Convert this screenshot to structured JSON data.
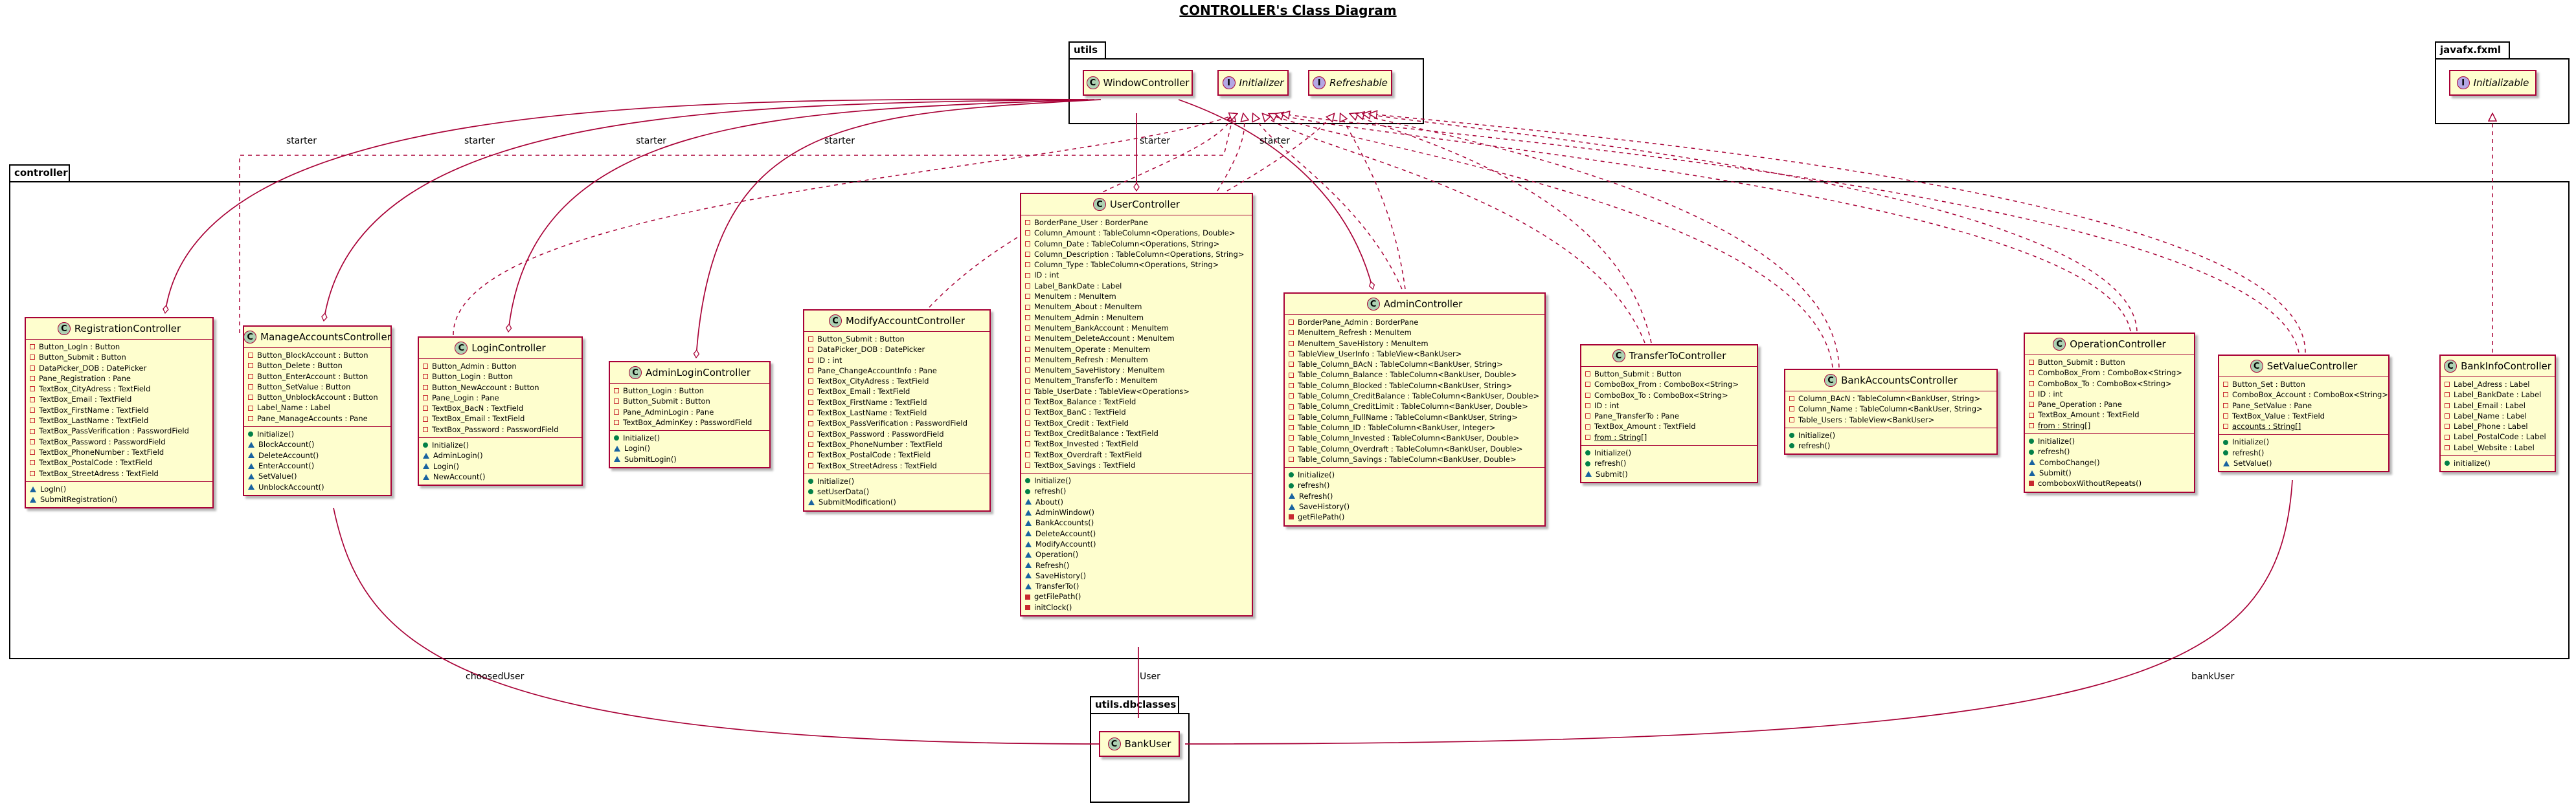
{
  "title": "CONTROLLER's Class Diagram",
  "packages": {
    "utils": "utils",
    "javafx": "javafx.fxml",
    "controller": "controller",
    "dbclasses": "utils.dbclasses"
  },
  "edge_labels": {
    "starter": "starter",
    "user": "User",
    "chosed_user": "choosedUser",
    "bank_user": "bankUser"
  },
  "classes": {
    "window_controller": {
      "name": "WindowController",
      "kind": "C"
    },
    "initializer": {
      "name": "Initializer",
      "kind": "I"
    },
    "refreshable": {
      "name": "Refreshable",
      "kind": "I"
    },
    "initializable": {
      "name": "Initializable",
      "kind": "I"
    },
    "bank_user": {
      "name": "BankUser",
      "kind": "C"
    },
    "registration": {
      "name": "RegistrationController",
      "kind": "C",
      "fields": [
        {
          "v": "private",
          "t": "Button_LogIn : Button"
        },
        {
          "v": "private",
          "t": "Button_Submit : Button"
        },
        {
          "v": "private",
          "t": "DataPicker_DOB : DatePicker"
        },
        {
          "v": "private",
          "t": "Pane_Registration : Pane"
        },
        {
          "v": "private",
          "t": "TextBox_CityAdress : TextField"
        },
        {
          "v": "private",
          "t": "TextBox_Email : TextField"
        },
        {
          "v": "private",
          "t": "TextBox_FirstName : TextField"
        },
        {
          "v": "private",
          "t": "TextBox_LastName : TextField"
        },
        {
          "v": "private",
          "t": "TextBox_PassVerification : PasswordField"
        },
        {
          "v": "private",
          "t": "TextBox_Password : PasswordField"
        },
        {
          "v": "private",
          "t": "TextBox_PhoneNumber : TextField"
        },
        {
          "v": "private",
          "t": "TextBox_PostalCode : TextField"
        },
        {
          "v": "private",
          "t": "TextBox_StreetAdress : TextField"
        }
      ],
      "methods": [
        {
          "v": "pkgv",
          "t": "LogIn()"
        },
        {
          "v": "pkgv",
          "t": "SubmitRegistration()"
        }
      ]
    },
    "manage_accounts": {
      "name": "ManageAccountsController",
      "kind": "C",
      "fields": [
        {
          "v": "private",
          "t": "Button_BlockAccount : Button"
        },
        {
          "v": "private",
          "t": "Button_Delete : Button"
        },
        {
          "v": "private",
          "t": "Button_EnterAccount : Button"
        },
        {
          "v": "private",
          "t": "Button_SetValue : Button"
        },
        {
          "v": "private",
          "t": "Button_UnblockAccount : Button"
        },
        {
          "v": "private",
          "t": "Label_Name : Label"
        },
        {
          "v": "private",
          "t": "Pane_ManageAccounts : Pane"
        }
      ],
      "methods": [
        {
          "v": "public",
          "t": "Initialize()"
        },
        {
          "v": "pkgv",
          "t": "BlockAccount()"
        },
        {
          "v": "pkgv",
          "t": "DeleteAccount()"
        },
        {
          "v": "pkgv",
          "t": "EnterAccount()"
        },
        {
          "v": "pkgv",
          "t": "SetValue()"
        },
        {
          "v": "pkgv",
          "t": "UnblockAccount()"
        }
      ]
    },
    "login": {
      "name": "LoginController",
      "kind": "C",
      "fields": [
        {
          "v": "private",
          "t": "Button_Admin : Button"
        },
        {
          "v": "private",
          "t": "Button_Login : Button"
        },
        {
          "v": "private",
          "t": "Button_NewAccount : Button"
        },
        {
          "v": "private",
          "t": "Pane_Login : Pane"
        },
        {
          "v": "private",
          "t": "TextBox_BacN : TextField"
        },
        {
          "v": "private",
          "t": "TextBox_Email : TextField"
        },
        {
          "v": "private",
          "t": "TextBox_Password : PasswordField"
        }
      ],
      "methods": [
        {
          "v": "public",
          "t": "Initialize()"
        },
        {
          "v": "pkgv",
          "t": "AdminLogin()"
        },
        {
          "v": "pkgv",
          "t": "Login()"
        },
        {
          "v": "pkgv",
          "t": "NewAccount()"
        }
      ]
    },
    "admin_login": {
      "name": "AdminLoginController",
      "kind": "C",
      "fields": [
        {
          "v": "private",
          "t": "Button_Login : Button"
        },
        {
          "v": "private",
          "t": "Button_Submit : Button"
        },
        {
          "v": "private",
          "t": "Pane_AdminLogin : Pane"
        },
        {
          "v": "private",
          "t": "TextBox_AdminKey : PasswordField"
        }
      ],
      "methods": [
        {
          "v": "public",
          "t": "Initialize()"
        },
        {
          "v": "pkgv",
          "t": "Login()"
        },
        {
          "v": "pkgv",
          "t": "SubmitLogin()"
        }
      ]
    },
    "modify_account": {
      "name": "ModifyAccountController",
      "kind": "C",
      "fields": [
        {
          "v": "private",
          "t": "Button_Submit : Button"
        },
        {
          "v": "private",
          "t": "DataPicker_DOB : DatePicker"
        },
        {
          "v": "private",
          "t": "ID : int"
        },
        {
          "v": "private",
          "t": "Pane_ChangeAccountInfo : Pane"
        },
        {
          "v": "private",
          "t": "TextBox_CityAdress : TextField"
        },
        {
          "v": "private",
          "t": "TextBox_Email : TextField"
        },
        {
          "v": "private",
          "t": "TextBox_FirstName : TextField"
        },
        {
          "v": "private",
          "t": "TextBox_LastName : TextField"
        },
        {
          "v": "private",
          "t": "TextBox_PassVerification : PasswordField"
        },
        {
          "v": "private",
          "t": "TextBox_Password : PasswordField"
        },
        {
          "v": "private",
          "t": "TextBox_PhoneNumber : TextField"
        },
        {
          "v": "private",
          "t": "TextBox_PostalCode : TextField"
        },
        {
          "v": "private",
          "t": "TextBox_StreetAdress : TextField"
        }
      ],
      "methods": [
        {
          "v": "public",
          "t": "Initialize()"
        },
        {
          "v": "public",
          "t": "setUserData()"
        },
        {
          "v": "pkgv",
          "t": "SubmitModification()"
        }
      ]
    },
    "user": {
      "name": "UserController",
      "kind": "C",
      "fields": [
        {
          "v": "private",
          "t": "BorderPane_User : BorderPane"
        },
        {
          "v": "private",
          "t": "Column_Amount : TableColumn<Operations, Double>"
        },
        {
          "v": "private",
          "t": "Column_Date : TableColumn<Operations, String>"
        },
        {
          "v": "private",
          "t": "Column_Description : TableColumn<Operations, String>"
        },
        {
          "v": "private",
          "t": "Column_Type : TableColumn<Operations, String>"
        },
        {
          "v": "private",
          "t": "ID : int"
        },
        {
          "v": "private",
          "t": "Label_BankDate : Label"
        },
        {
          "v": "private",
          "t": "MenuItem : MenuItem"
        },
        {
          "v": "private",
          "t": "MenuItem_About : MenuItem"
        },
        {
          "v": "private",
          "t": "MenuItem_Admin : MenuItem"
        },
        {
          "v": "private",
          "t": "MenuItem_BankAccount : MenuItem"
        },
        {
          "v": "private",
          "t": "MenuItem_DeleteAccount : MenuItem"
        },
        {
          "v": "private",
          "t": "MenuItem_Operate : MenuItem"
        },
        {
          "v": "private",
          "t": "MenuItem_Refresh : MenuItem"
        },
        {
          "v": "private",
          "t": "MenuItem_SaveHistory : MenuItem"
        },
        {
          "v": "private",
          "t": "MenuItem_TransferTo : MenuItem"
        },
        {
          "v": "private",
          "t": "Table_UserDate : TableView<Operations>"
        },
        {
          "v": "private",
          "t": "TextBox_Balance : TextField"
        },
        {
          "v": "private",
          "t": "TextBox_BanC : TextField"
        },
        {
          "v": "private",
          "t": "TextBox_Credit : TextField"
        },
        {
          "v": "private",
          "t": "TextBox_CreditBalance : TextField"
        },
        {
          "v": "private",
          "t": "TextBox_Invested : TextField"
        },
        {
          "v": "private",
          "t": "TextBox_Overdraft : TextField"
        },
        {
          "v": "private",
          "t": "TextBox_Savings : TextField"
        }
      ],
      "methods": [
        {
          "v": "public",
          "t": "Initialize()"
        },
        {
          "v": "public",
          "t": "refresh()"
        },
        {
          "v": "pkgv",
          "t": "About()"
        },
        {
          "v": "pkgv",
          "t": "AdminWindow()"
        },
        {
          "v": "pkgv",
          "t": "BankAccounts()"
        },
        {
          "v": "pkgv",
          "t": "DeleteAccount()"
        },
        {
          "v": "pkgv",
          "t": "ModifyAccount()"
        },
        {
          "v": "pkgv",
          "t": "Operation()"
        },
        {
          "v": "pkgv",
          "t": "Refresh()"
        },
        {
          "v": "pkgv",
          "t": "SaveHistory()"
        },
        {
          "v": "pkgv",
          "t": "TransferTo()"
        },
        {
          "v": "private-m",
          "t": "getFilePath()"
        },
        {
          "v": "private-m",
          "t": "initClock()"
        }
      ]
    },
    "admin": {
      "name": "AdminController",
      "kind": "C",
      "fields": [
        {
          "v": "private",
          "t": "BorderPane_Admin : BorderPane"
        },
        {
          "v": "private",
          "t": "MenuItem_Refresh : MenuItem"
        },
        {
          "v": "private",
          "t": "MenuItem_SaveHistory : MenuItem"
        },
        {
          "v": "private",
          "t": "TableView_UserInfo : TableView<BankUser>"
        },
        {
          "v": "private",
          "t": "Table_Column_BAcN : TableColumn<BankUser, String>"
        },
        {
          "v": "private",
          "t": "Table_Column_Balance : TableColumn<BankUser, Double>"
        },
        {
          "v": "private",
          "t": "Table_Column_Blocked : TableColumn<BankUser, String>"
        },
        {
          "v": "private",
          "t": "Table_Column_CreditBalance : TableColumn<BankUser, Double>"
        },
        {
          "v": "private",
          "t": "Table_Column_CreditLimit : TableColumn<BankUser, Double>"
        },
        {
          "v": "private",
          "t": "Table_Column_FullName : TableColumn<BankUser, String>"
        },
        {
          "v": "private",
          "t": "Table_Column_ID : TableColumn<BankUser, Integer>"
        },
        {
          "v": "private",
          "t": "Table_Column_Invested : TableColumn<BankUser, Double>"
        },
        {
          "v": "private",
          "t": "Table_Column_Overdraft : TableColumn<BankUser, Double>"
        },
        {
          "v": "private",
          "t": "Table_Column_Savings : TableColumn<BankUser, Double>"
        }
      ],
      "methods": [
        {
          "v": "public",
          "t": "Initialize()"
        },
        {
          "v": "public",
          "t": "refresh()"
        },
        {
          "v": "pkgv",
          "t": "Refresh()"
        },
        {
          "v": "pkgv",
          "t": "SaveHistory()"
        },
        {
          "v": "private-m",
          "t": "getFilePath()"
        }
      ]
    },
    "transfer_to": {
      "name": "TransferToController",
      "kind": "C",
      "fields": [
        {
          "v": "private",
          "t": "Button_Submit : Button"
        },
        {
          "v": "private",
          "t": "ComboBox_From : ComboBox<String>"
        },
        {
          "v": "private",
          "t": "ComboBox_To : ComboBox<String>"
        },
        {
          "v": "private",
          "t": "ID : int"
        },
        {
          "v": "private",
          "t": "Pane_TransferTo : Pane"
        },
        {
          "v": "private",
          "t": "TextBox_Amount : TextField"
        },
        {
          "v": "private",
          "t": "from : String[]",
          "u": true
        }
      ],
      "methods": [
        {
          "v": "public",
          "t": "Initialize()"
        },
        {
          "v": "public",
          "t": "refresh()"
        },
        {
          "v": "pkgv",
          "t": "Submit()"
        }
      ]
    },
    "bank_accounts": {
      "name": "BankAccountsController",
      "kind": "C",
      "fields": [
        {
          "v": "private",
          "t": "Column_BAcN : TableColumn<BankUser, String>"
        },
        {
          "v": "private",
          "t": "Column_Name : TableColumn<BankUser, String>"
        },
        {
          "v": "private",
          "t": "Table_Users : TableView<BankUser>"
        }
      ],
      "methods": [
        {
          "v": "public",
          "t": "Initialize()"
        },
        {
          "v": "public",
          "t": "refresh()"
        }
      ]
    },
    "operation": {
      "name": "OperationController",
      "kind": "C",
      "fields": [
        {
          "v": "private",
          "t": "Button_Submit : Button"
        },
        {
          "v": "private",
          "t": "ComboBox_From : ComboBox<String>"
        },
        {
          "v": "private",
          "t": "ComboBox_To : ComboBox<String>"
        },
        {
          "v": "private",
          "t": "ID : int"
        },
        {
          "v": "private",
          "t": "Pane_Operation : Pane"
        },
        {
          "v": "private",
          "t": "TextBox_Amount : TextField"
        },
        {
          "v": "private",
          "t": "from : String[]",
          "u": true
        }
      ],
      "methods": [
        {
          "v": "public",
          "t": "Initialize()"
        },
        {
          "v": "public",
          "t": "refresh()"
        },
        {
          "v": "pkgv",
          "t": "ComboChange()"
        },
        {
          "v": "pkgv",
          "t": "Submit()"
        },
        {
          "v": "private-m",
          "t": "comboboxWithoutRepeats()"
        }
      ]
    },
    "set_value": {
      "name": "SetValueController",
      "kind": "C",
      "fields": [
        {
          "v": "private",
          "t": "Button_Set : Button"
        },
        {
          "v": "private",
          "t": "ComboBox_Account : ComboBox<String>"
        },
        {
          "v": "private",
          "t": "Pane_SetValue : Pane"
        },
        {
          "v": "private",
          "t": "TextBox_Value : TextField"
        },
        {
          "v": "private",
          "t": "accounts : String[]",
          "u": true
        }
      ],
      "methods": [
        {
          "v": "public",
          "t": "Initialize()"
        },
        {
          "v": "public",
          "t": "refresh()"
        },
        {
          "v": "pkgv",
          "t": "SetValue()"
        }
      ]
    },
    "bank_info": {
      "name": "BankInfoController",
      "kind": "C",
      "fields": [
        {
          "v": "private",
          "t": "Label_Adress : Label"
        },
        {
          "v": "private",
          "t": "Label_BankDate : Label"
        },
        {
          "v": "private",
          "t": "Label_Email : Label"
        },
        {
          "v": "private",
          "t": "Label_Name : Label"
        },
        {
          "v": "private",
          "t": "Label_Phone : Label"
        },
        {
          "v": "private",
          "t": "Label_PostalCode : Label"
        },
        {
          "v": "private",
          "t": "Label_Website : Label"
        }
      ],
      "methods": [
        {
          "v": "public",
          "t": "initialize()"
        }
      ]
    }
  }
}
